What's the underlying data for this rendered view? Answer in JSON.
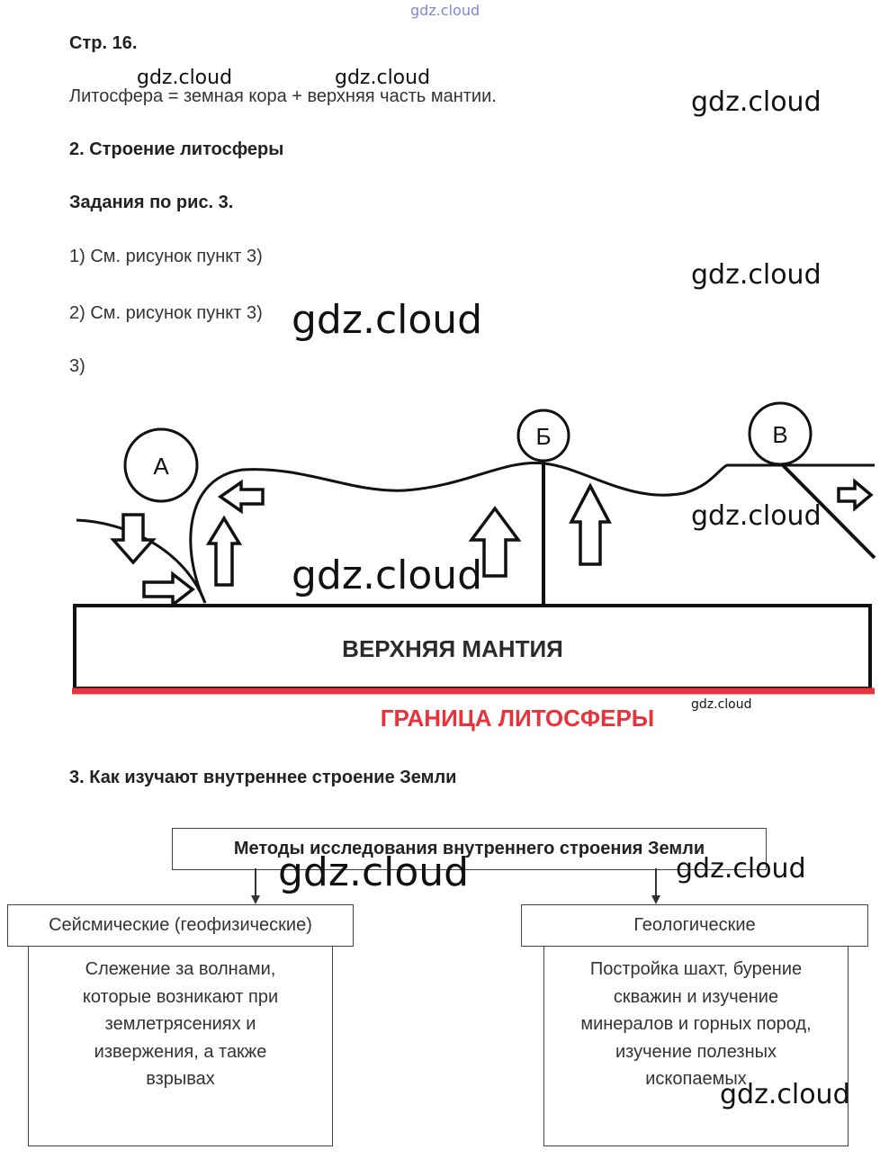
{
  "watermark": "gdz.cloud",
  "header": {
    "page_ref": "Стр. 16."
  },
  "definition": "Литосфера = земная кора + верхняя часть мантии.",
  "section2": {
    "title": "2. Строение литосферы",
    "subtitle": "Задания по рис. 3.",
    "items": [
      "1) См. рисунок пункт 3)",
      "2) См. рисунок пункт 3)",
      "3)"
    ]
  },
  "figure": {
    "label_a": "А",
    "label_b": "Б",
    "label_v": "В",
    "mantle_label": "ВЕРХНЯЯ МАНТИЯ",
    "boundary_label": "ГРАНИЦА ЛИТОСФЕРЫ",
    "boundary_color": "#e8333c"
  },
  "section3": {
    "title": "3. Как изучают внутреннее строение Земли",
    "methods_title": "Методы исследования внутреннего строения Земли",
    "seismic": {
      "title": "Сейсмические (геофизические)",
      "lines": [
        "Слежение за волнами,",
        "которые возникают при",
        "землетрясениях и",
        "извержения, а также",
        "взрывах"
      ]
    },
    "geological": {
      "title": "Геологические",
      "lines": [
        "Постройка шахт, бурение",
        "скважин и изучение",
        "минералов и горных пород,",
        "изучение полезных",
        "ископаемых"
      ]
    }
  }
}
